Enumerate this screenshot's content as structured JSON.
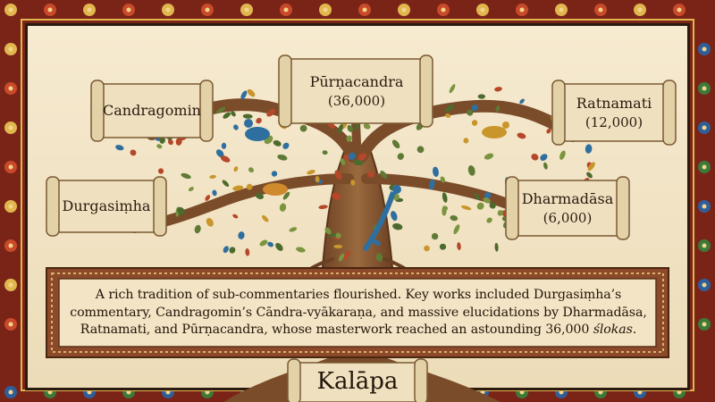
{
  "nodes": {
    "top": {
      "name": "Pūrṇacandra",
      "count": "(36,000)"
    },
    "upper_left": {
      "name": "Candragomin"
    },
    "upper_right": {
      "name": "Ratnamati",
      "count": "(12,000)"
    },
    "lower_left": {
      "name": "Durgasiṃha"
    },
    "lower_right": {
      "name": "Dharmadāsa",
      "count": "(6,000)"
    }
  },
  "caption": {
    "text_part1": "A rich tradition of sub-commentaries flourished. Key works included Durgasiṃha’s commentary, Candragomin’s Cāndra-vyākaraṇa, and massive elucidations by Dharmadāsa, Ratnamati, and Pūrṇacandra, whose masterwork reached an astounding 36,000 ",
    "text_emph": "ślokas",
    "text_end": "."
  },
  "root": {
    "title": "Kalāpa"
  },
  "colors": {
    "border": "#7a2418",
    "parchment": "#f3e6c8",
    "trunk": "#8a5a32",
    "leaf": "#5f7a35"
  }
}
